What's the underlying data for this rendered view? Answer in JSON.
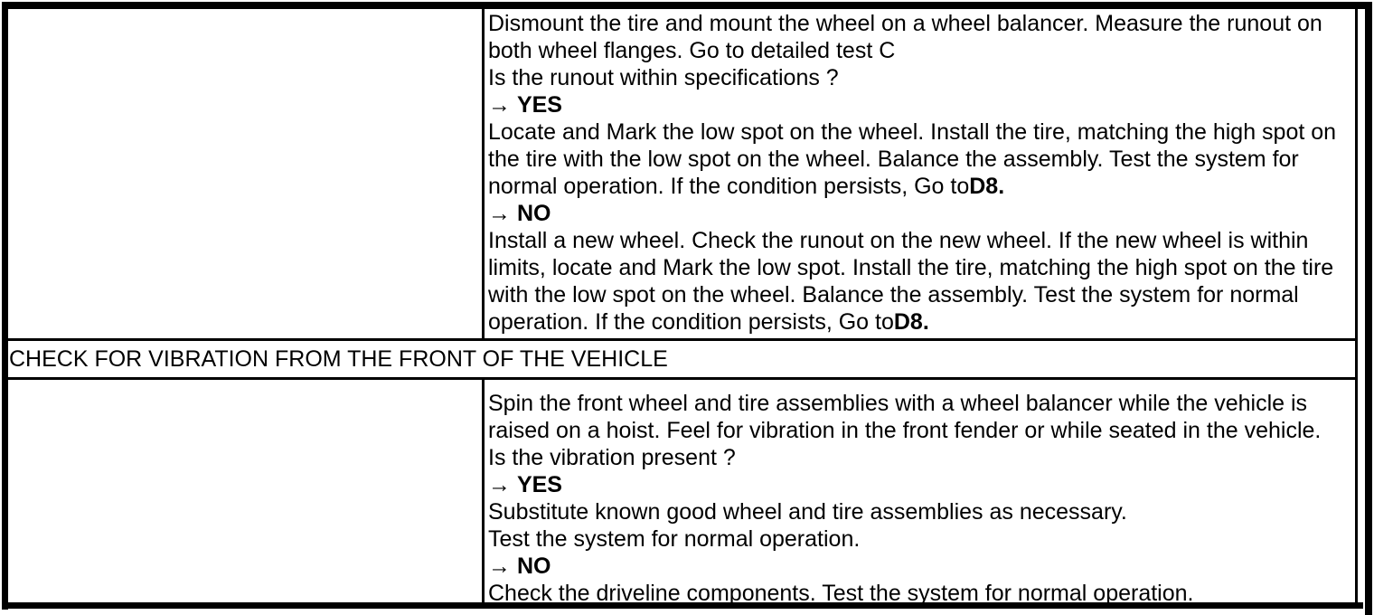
{
  "colors": {
    "ink": "#000000",
    "paper": "#ffffff"
  },
  "table": {
    "step1": {
      "lines": [
        {
          "pre": "Dismount the tire and mount the wheel on a wheel balancer. Measure the runout on"
        },
        {
          "pre": "both wheel flanges. Go to detailed test C"
        },
        {
          "pre": "Is the runout within specifications ?"
        },
        {
          "pre": "→ ",
          "bold": "YES"
        },
        {
          "pre": "Locate and Mark the low spot on the wheel. Install the tire, matching the high spot on"
        },
        {
          "pre": "the tire with the low spot on the wheel. Balance the assembly. Test the system for"
        },
        {
          "pre": "normal operation. If the condition persists, Go to",
          "bold": "D8."
        },
        {
          "pre": "→ ",
          "bold": "NO"
        },
        {
          "pre": "Install a new wheel. Check the runout on the new wheel. If the new wheel is within"
        },
        {
          "pre": "limits, locate and Mark the low spot. Install the tire, matching the high spot on the tire"
        },
        {
          "pre": "with the low spot on the wheel. Balance the assembly. Test the system for normal"
        },
        {
          "pre": "operation. If the condition persists, Go to",
          "bold": "D8."
        }
      ]
    },
    "section_header": "CHECK FOR VIBRATION FROM THE FRONT OF THE VEHICLE",
    "step2": {
      "lines": [
        {
          "pre": "Spin the front wheel and tire assemblies with a wheel balancer while the vehicle is"
        },
        {
          "pre": "raised on a hoist. Feel for vibration in the front fender or while seated in the vehicle."
        },
        {
          "pre": "Is the vibration present ?"
        },
        {
          "pre": "→ ",
          "bold": "YES"
        },
        {
          "pre": "Substitute known good wheel and tire assemblies as necessary."
        },
        {
          "pre": "Test the system for normal operation."
        },
        {
          "pre": "→ ",
          "bold": "NO"
        },
        {
          "pre": "Check the driveline components. Test the system for normal operation."
        }
      ]
    }
  }
}
